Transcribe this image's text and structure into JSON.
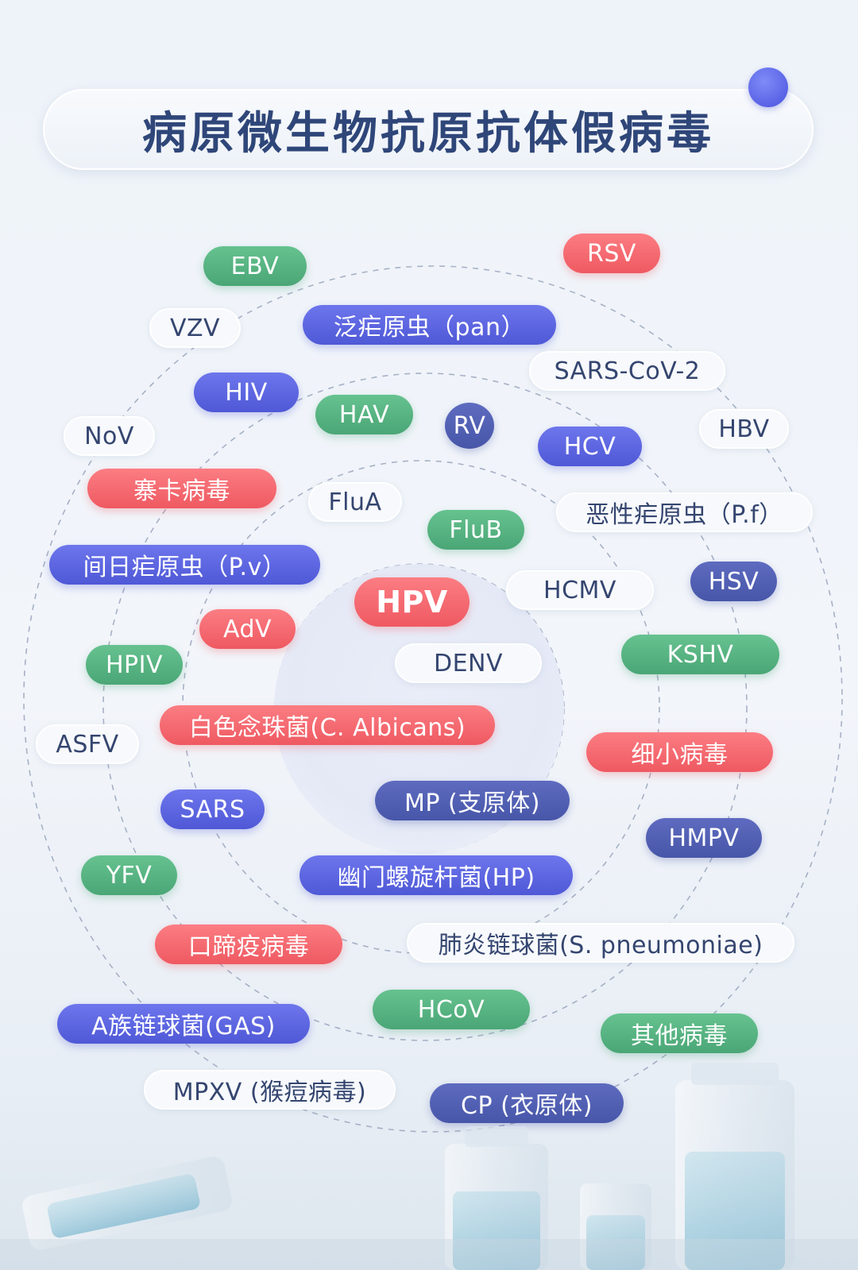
{
  "title": "病原微生物抗原抗体假病毒",
  "colors": {
    "green": "#4aa676",
    "red": "#ef5961",
    "blue": "#4f58d6",
    "navy": "#4756a8",
    "white": "#f7f9fc",
    "title_text": "#2f4679"
  },
  "tags": [
    {
      "label": "EBV",
      "color": "green"
    },
    {
      "label": "RSV",
      "color": "red"
    },
    {
      "label": "VZV",
      "color": "white"
    },
    {
      "label": "泛疟原虫（pan）",
      "color": "blue"
    },
    {
      "label": "SARS-CoV-2",
      "color": "white"
    },
    {
      "label": "HIV",
      "color": "blue"
    },
    {
      "label": "HAV",
      "color": "green"
    },
    {
      "label": "RV",
      "color": "navy"
    },
    {
      "label": "HCV",
      "color": "blue"
    },
    {
      "label": "HBV",
      "color": "white"
    },
    {
      "label": "NoV",
      "color": "white"
    },
    {
      "label": "寨卡病毒",
      "color": "red"
    },
    {
      "label": "FluA",
      "color": "white"
    },
    {
      "label": "恶性疟原虫（P.f）",
      "color": "white"
    },
    {
      "label": "FluB",
      "color": "green"
    },
    {
      "label": "间日疟原虫（P.v）",
      "color": "blue"
    },
    {
      "label": "HSV",
      "color": "navy"
    },
    {
      "label": "HPV",
      "color": "red"
    },
    {
      "label": "HCMV",
      "color": "white"
    },
    {
      "label": "AdV",
      "color": "red"
    },
    {
      "label": "KSHV",
      "color": "green"
    },
    {
      "label": "HPIV",
      "color": "green"
    },
    {
      "label": "DENV",
      "color": "white"
    },
    {
      "label": "白色念珠菌(C. Albicans)",
      "color": "red"
    },
    {
      "label": "ASFV",
      "color": "white"
    },
    {
      "label": "细小病毒",
      "color": "red"
    },
    {
      "label": "SARS",
      "color": "blue"
    },
    {
      "label": "MP (支原体)",
      "color": "navy"
    },
    {
      "label": "HMPV",
      "color": "navy"
    },
    {
      "label": "YFV",
      "color": "green"
    },
    {
      "label": "幽门螺旋杆菌(HP)",
      "color": "blue"
    },
    {
      "label": "口蹄疫病毒",
      "color": "red"
    },
    {
      "label": "肺炎链球菌(S. pneumoniae)",
      "color": "white"
    },
    {
      "label": "HCoV",
      "color": "green"
    },
    {
      "label": "A族链球菌(GAS)",
      "color": "blue"
    },
    {
      "label": "其他病毒",
      "color": "green"
    },
    {
      "label": "MPXV (猴痘病毒)",
      "color": "white"
    },
    {
      "label": "CP (衣原体)",
      "color": "navy"
    }
  ]
}
